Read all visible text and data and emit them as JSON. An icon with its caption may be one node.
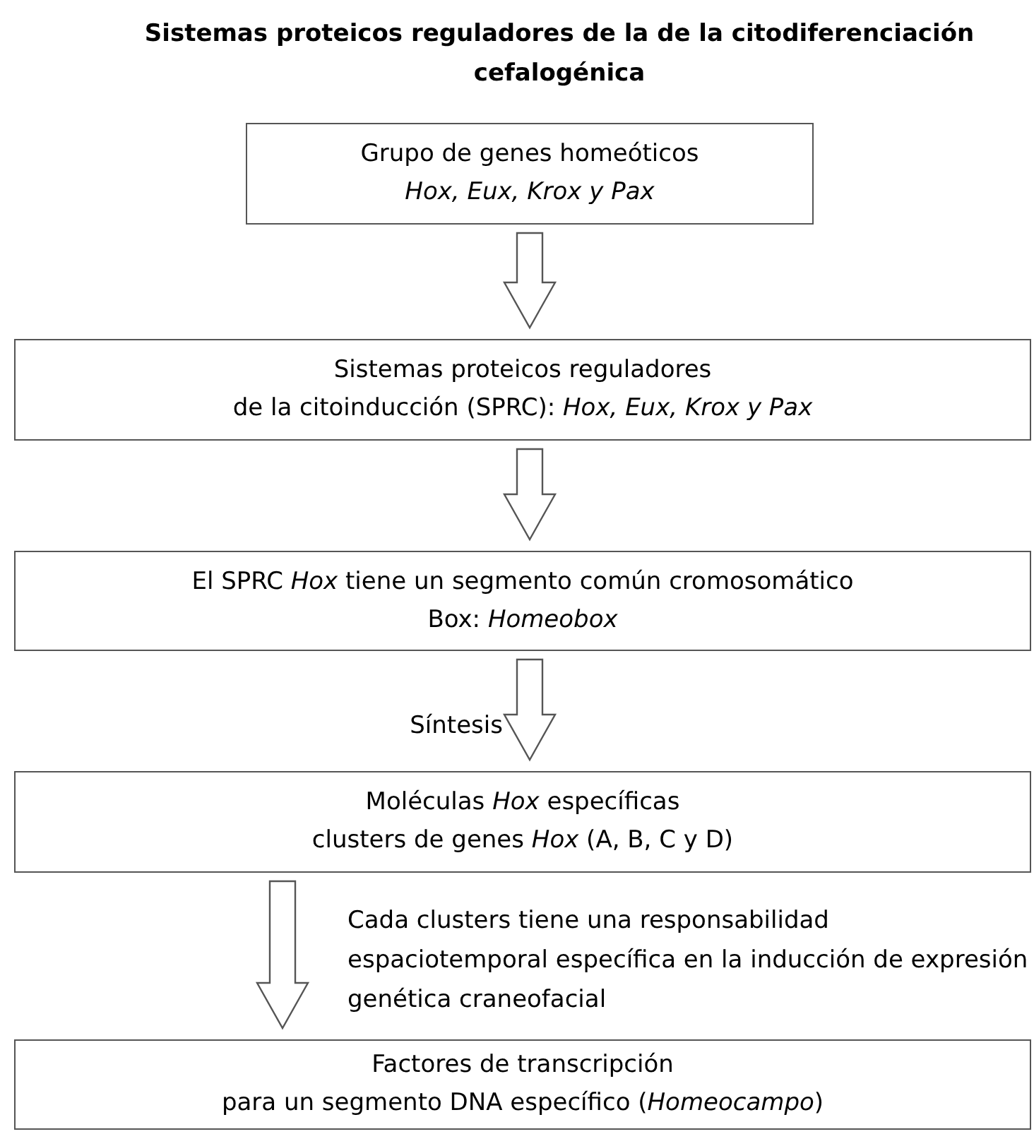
{
  "diagram": {
    "title": "Sistemas proteicos reguladores de la de la citodiferenciación cefalogénica",
    "nodes": [
      {
        "text": [
          "Grupo de genes homeóticos",
          "*Hox, Eux, Krox y Pax*"
        ]
      },
      {
        "text": [
          "Sistemas proteicos reguladores",
          "de la citoinducción (SPRC): *Hox, Eux, Krox y Pax*"
        ]
      },
      {
        "text": [
          "El SPRC *Hox* tiene un segmento común cromosomático",
          "Box: *Homeobox*"
        ]
      },
      {
        "text": [
          "Moléculas *Hox* específicas",
          "clusters de genes *Hox* (A, B, C y D)"
        ]
      },
      {
        "text": [
          "Factores de transcripción",
          "para un segmento DNA específico (*Homeocampo*)"
        ]
      }
    ],
    "edges": [
      {
        "from": 0,
        "to": 1,
        "arrow": "to"
      },
      {
        "from": 1,
        "to": 2,
        "arrow": "to"
      },
      {
        "from": 2,
        "to": 3,
        "arrow": "to",
        "label": "Síntesis"
      },
      {
        "from": 3,
        "to": 4,
        "arrow": "to",
        "label": "Cada clusters tiene una responsabilidad espaciotemporal específica en la inducción de expresión genética craneofacial"
      }
    ]
  }
}
